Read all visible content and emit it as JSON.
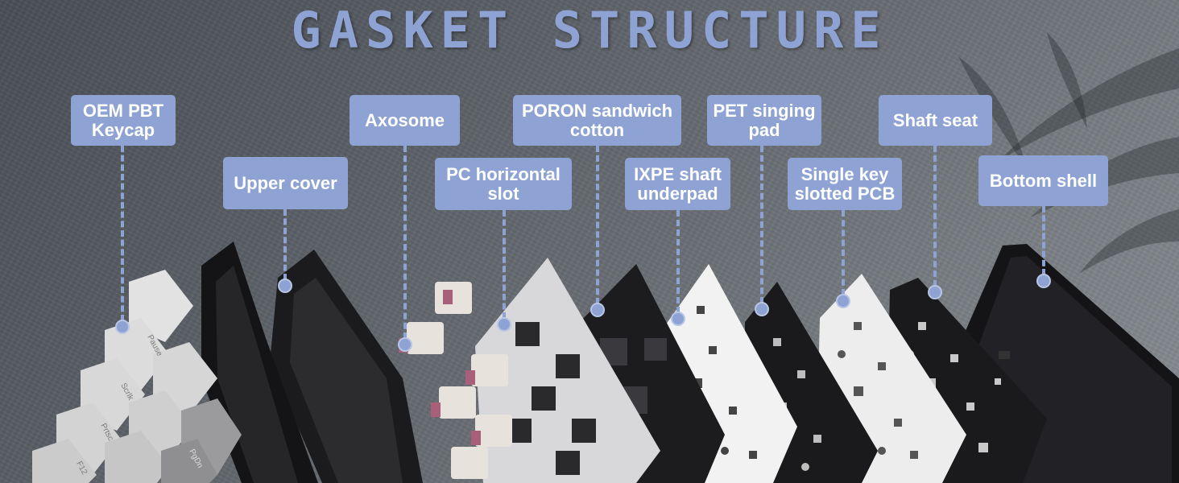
{
  "title": "GASKET STRUCTURE",
  "colors": {
    "accent": "#8ea3d3",
    "background": "#5e6369",
    "label_text": "#ffffff"
  },
  "layers": [
    {
      "id": "keycap",
      "line1": "OEM PBT",
      "line2": "Keycap"
    },
    {
      "id": "upper-cover",
      "line1": "Upper cover",
      "line2": ""
    },
    {
      "id": "axosome",
      "line1": "Axosome",
      "line2": ""
    },
    {
      "id": "pc-slot",
      "line1": "PC horizontal",
      "line2": "slot"
    },
    {
      "id": "poron",
      "line1": "PORON sandwich",
      "line2": "cotton"
    },
    {
      "id": "ixpe",
      "line1": "IXPE shaft",
      "line2": "underpad"
    },
    {
      "id": "pet-pad",
      "line1": "PET singing",
      "line2": "pad"
    },
    {
      "id": "pcb",
      "line1": "Single key",
      "line2": "slotted PCB"
    },
    {
      "id": "shaft-seat",
      "line1": "Shaft seat",
      "line2": ""
    },
    {
      "id": "bottom-shell",
      "line1": "Bottom shell",
      "line2": ""
    }
  ],
  "keycap_legends": [
    "Pause",
    "Scrlk",
    "Prtsc",
    "F12",
    "PgDn"
  ]
}
